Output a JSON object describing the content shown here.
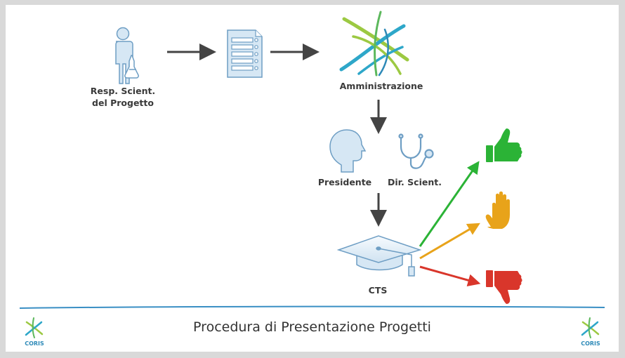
{
  "labels": {
    "resp": [
      "Resp. Scient.",
      "del Progetto"
    ],
    "amministrazione": "Amministrazione",
    "presidente": "Presidente",
    "dir_scient": "Dir. Scient.",
    "cts": "CTS"
  },
  "footer": {
    "title": "Procedura di Presentazione Progetti",
    "logo_text": "CORIS"
  },
  "outcome_colors": {
    "approve": "#2bb336",
    "revise": "#e8a31a",
    "reject": "#d9362b"
  },
  "icons": [
    "scientist-icon",
    "document-list-icon",
    "atom-logo-icon",
    "head-profile-icon",
    "stethoscope-icon",
    "graduation-cap-icon",
    "thumbs-up-icon",
    "raised-hand-icon",
    "thumbs-down-icon"
  ]
}
